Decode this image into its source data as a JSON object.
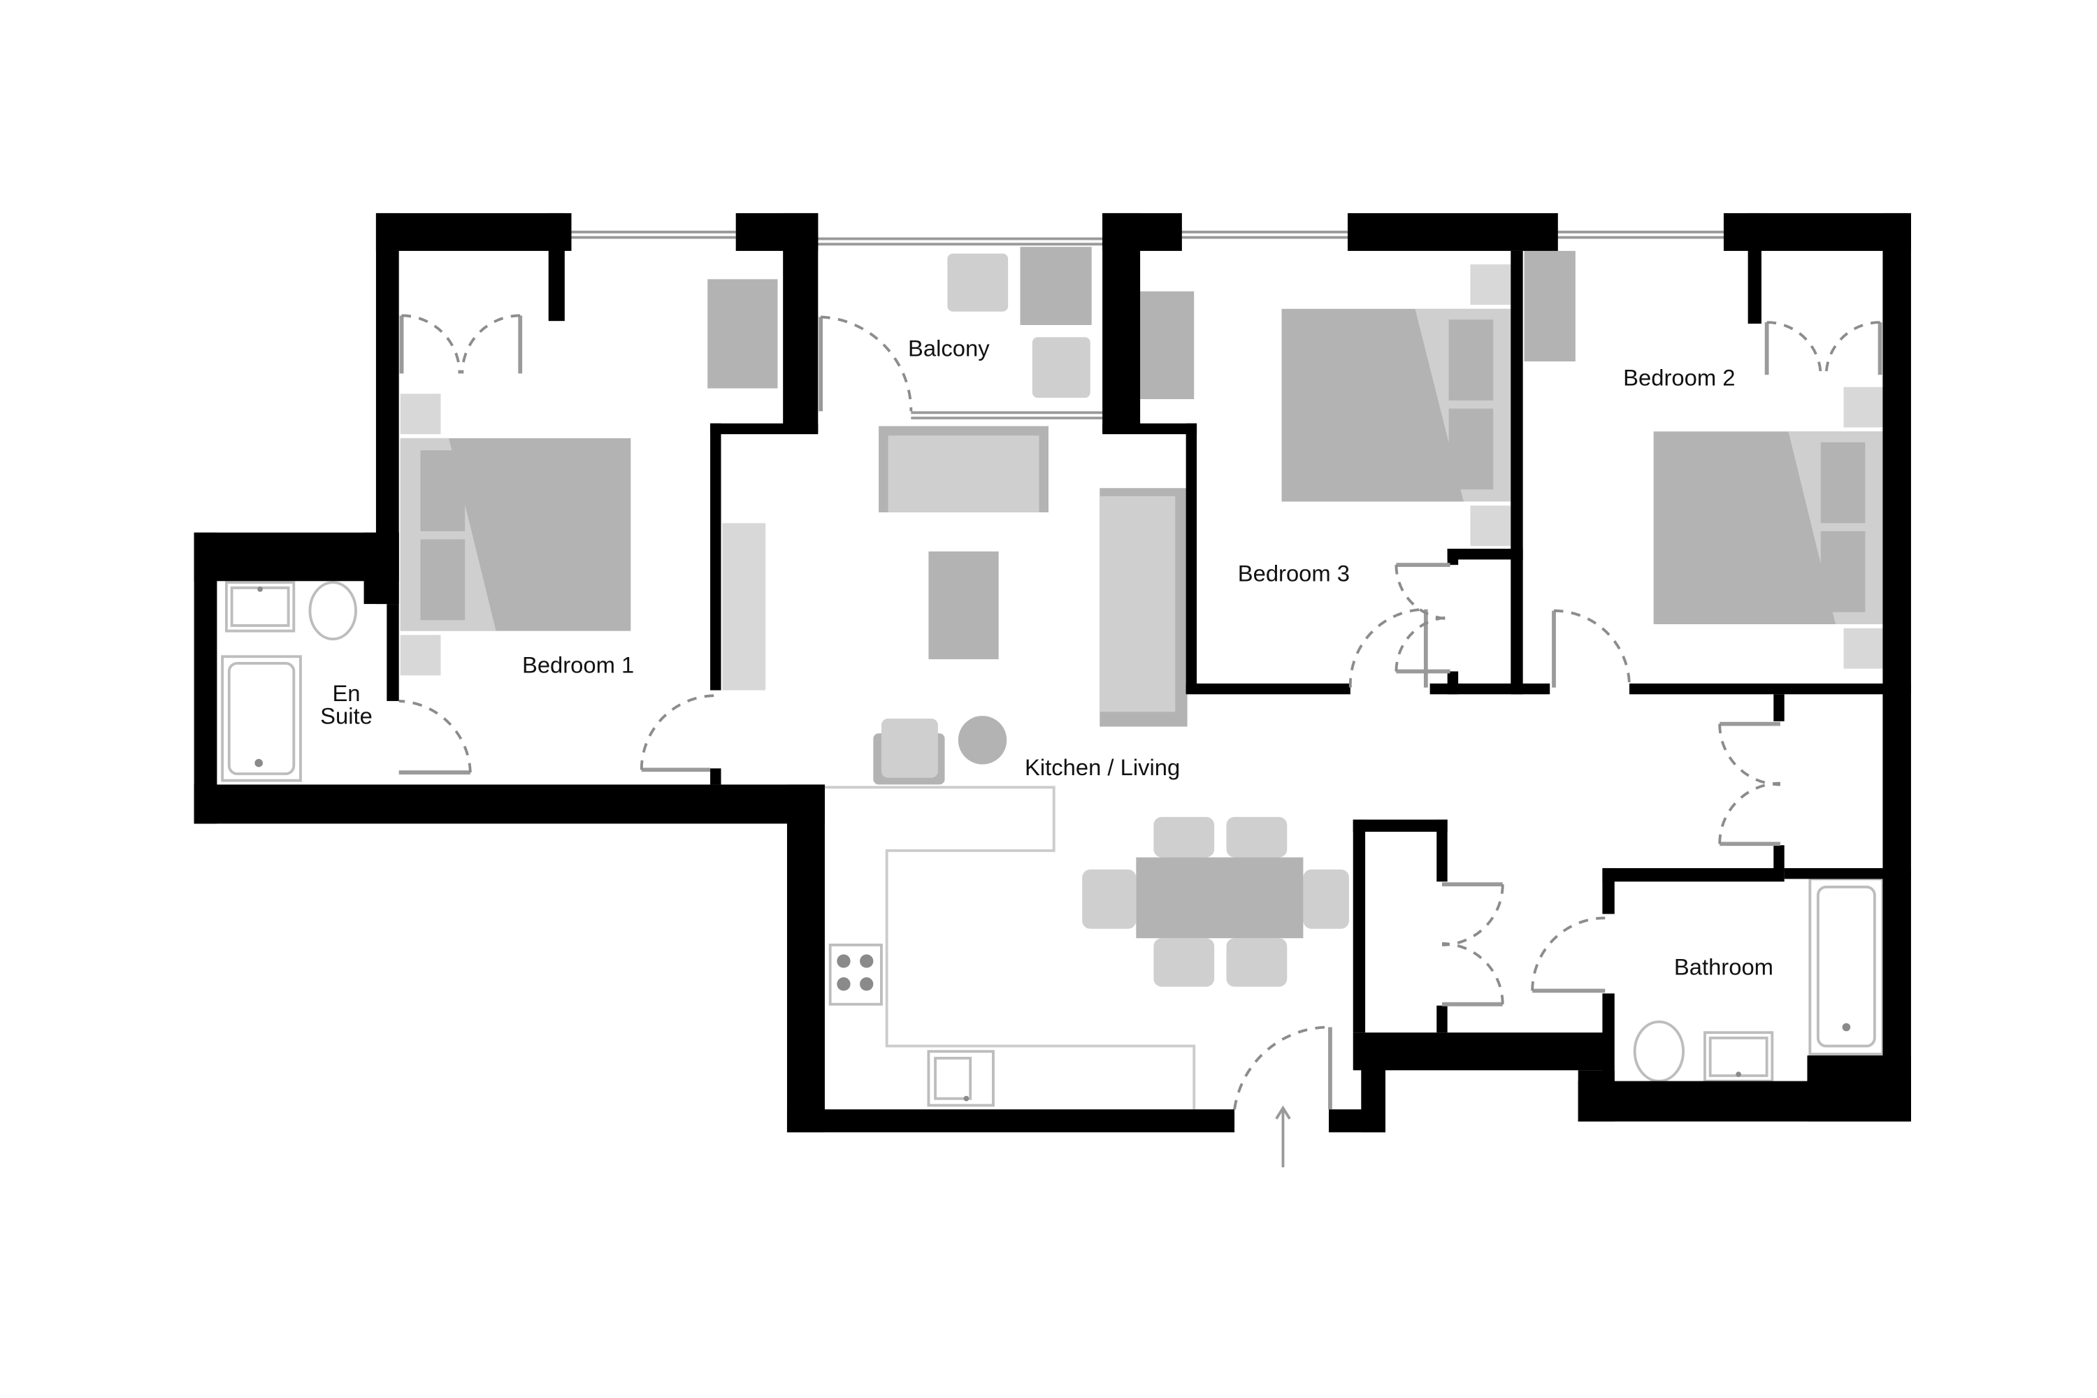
{
  "plan": {
    "rooms": {
      "balcony": "Balcony",
      "bedroom_1": "Bedroom 1",
      "bedroom_2": "Bedroom 2",
      "bedroom_3": "Bedroom 3",
      "en_suite_line1": "En",
      "en_suite_line2": "Suite",
      "kitchen_living": "Kitchen / Living",
      "bathroom": "Bathroom"
    },
    "colors": {
      "wall": "#000000",
      "furniture": "#b3b3b3",
      "furniture_light": "#cfcfcf",
      "background": "#ffffff"
    }
  }
}
